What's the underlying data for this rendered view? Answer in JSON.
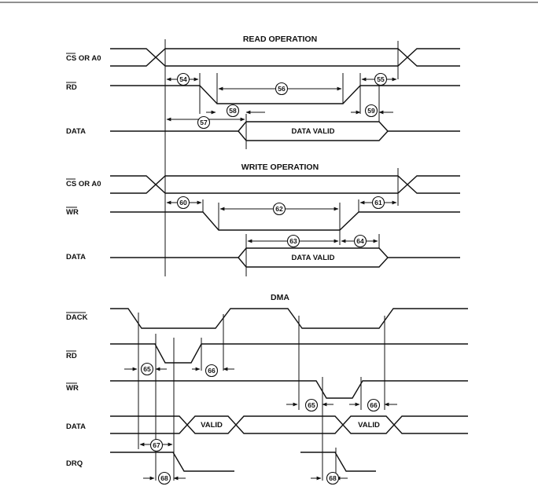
{
  "sections": {
    "read": {
      "title": "READ OPERATION",
      "signals": {
        "cs": "CS OR A0",
        "rd": "RD",
        "data": "DATA"
      },
      "data_valid": "DATA VALID",
      "timings": [
        "54",
        "56",
        "55",
        "58",
        "59",
        "57"
      ]
    },
    "write": {
      "title": "WRITE OPERATION",
      "signals": {
        "cs": "CS OR A0",
        "wr": "WR",
        "data": "DATA"
      },
      "data_valid": "DATA VALID",
      "timings": [
        "60",
        "62",
        "61",
        "63",
        "64"
      ]
    },
    "dma": {
      "title": "DMA",
      "signals": {
        "dack": "DACK",
        "rd": "RD",
        "wr": "WR",
        "data": "DATA",
        "drq": "DRQ"
      },
      "valid": [
        "VALID",
        "VALID"
      ],
      "timings": [
        "65",
        "66",
        "65",
        "66",
        "67",
        "68",
        "68"
      ]
    }
  },
  "overbar_signals": [
    "CS",
    "RD",
    "WR",
    "DACK"
  ]
}
